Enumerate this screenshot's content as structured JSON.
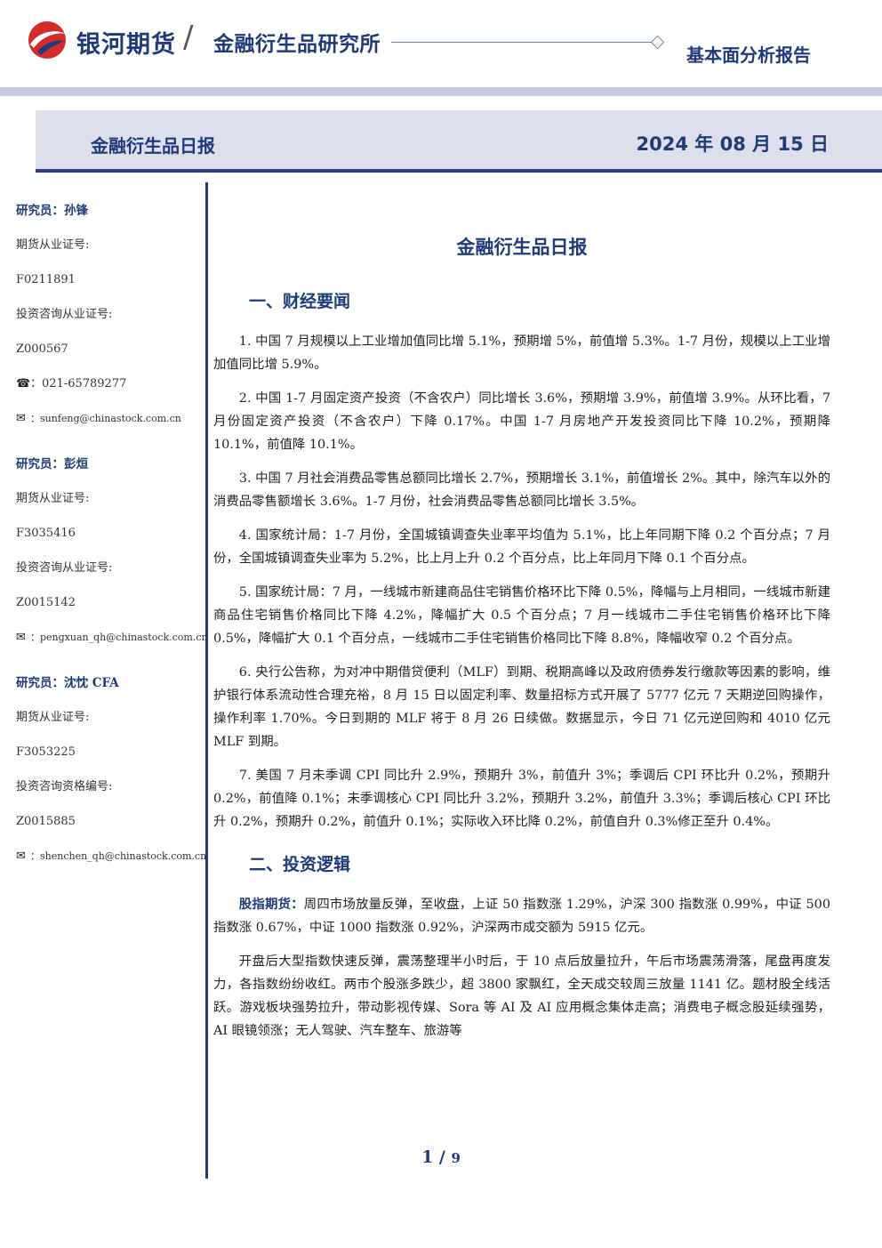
{
  "header": {
    "brand": "银河期货",
    "slash": "/",
    "institute": "金融衍生品研究所",
    "report_type": "基本面分析报告",
    "colors": {
      "navy": "#1f3a7a",
      "logo_red": "#d42a2a",
      "band": "#c6cbe0"
    }
  },
  "titlebar": {
    "left": "金融衍生品日报",
    "right": "2024 年 08 月 15 日"
  },
  "sidebar": {
    "analysts": [
      {
        "name_line": "研究员：孙锋",
        "futures_label": "期货从业证号:",
        "futures_id": "F0211891",
        "consult_label": "投资咨询从业证号:",
        "consult_id": "Z000567",
        "phone_icon": "phone-icon",
        "phone_glyph": "☎",
        "phone": "：021-65789277",
        "email_icon": "mail-icon",
        "email_glyph": "✉",
        "email": "：sunfeng@chinastock.com.cn"
      },
      {
        "name_line": "研究员：彭烜",
        "futures_label": "期货从业证号:",
        "futures_id": "F3035416",
        "consult_label": "投资咨询从业证号:",
        "consult_id": "Z0015142",
        "email_icon": "mail-icon",
        "email_glyph": "✉",
        "email": "：pengxuan_qh@chinastock.com.cn"
      },
      {
        "name_line": "研究员：沈忱  CFA",
        "futures_label": "期货从业证号:",
        "futures_id": "F3053225",
        "consult_label": "投资咨询资格编号:",
        "consult_id": "Z0015885",
        "email_icon": "mail-icon",
        "email_glyph": "✉",
        "email": "：shenchen_qh@chinastock.com.cn"
      }
    ]
  },
  "main": {
    "title": "金融衍生品日报",
    "section1": {
      "heading": "一、财经要闻",
      "items": [
        "1. 中国 7 月规模以上工业增加值同比增 5.1%，预期增 5%，前值增 5.3%。1-7 月份，规模以上工业增加值同比增 5.9%。",
        "2. 中国 1-7 月固定资产投资（不含农户）同比增长 3.6%，预期增 3.9%，前值增 3.9%。从环比看，7 月份固定资产投资（不含农户）下降 0.17%。中国 1-7 月房地产开发投资同比下降 10.2%，预期降 10.1%，前值降 10.1%。",
        "3. 中国 7 月社会消费品零售总额同比增长 2.7%，预期增长 3.1%，前值增长 2%。其中，除汽车以外的消费品零售额增长 3.6%。1-7 月份，社会消费品零售总额同比增长 3.5%。",
        "4. 国家统计局：1-7 月份，全国城镇调查失业率平均值为 5.1%，比上年同期下降 0.2 个百分点；7 月份，全国城镇调查失业率为 5.2%，比上月上升 0.2 个百分点，比上年同月下降 0.1 个百分点。",
        "5. 国家统计局：7 月，一线城市新建商品住宅销售价格环比下降 0.5%，降幅与上月相同，一线城市新建商品住宅销售价格同比下降 4.2%，降幅扩大 0.5 个百分点；7 月一线城市二手住宅销售价格环比下降 0.5%，降幅扩大 0.1 个百分点，一线城市二手住宅销售价格同比下降 8.8%，降幅收窄 0.2 个百分点。",
        "6. 央行公告称，为对冲中期借贷便利（MLF）到期、税期高峰以及政府债券发行缴款等因素的影响，维护银行体系流动性合理充裕，8 月 15 日以固定利率、数量招标方式开展了 5777 亿元 7 天期逆回购操作，操作利率 1.70%。今日到期的 MLF 将于 8 月 26 日续做。数据显示，今日 71 亿元逆回购和 4010 亿元 MLF 到期。",
        "7. 美国 7 月未季调 CPI 同比升 2.9%，预期升 3%，前值升 3%；季调后 CPI 环比升 0.2%，预期升 0.2%，前值降 0.1%；未季调核心 CPI 同比升 3.2%，预期升 3.2%，前值升 3.3%；季调后核心 CPI 环比升 0.2%，预期升 0.2%，前值升 0.1%；实际收入环比降 0.2%，前值自升 0.3%修正至升 0.4%。"
      ]
    },
    "section2": {
      "heading": "二、投资逻辑",
      "p1_label": "股指期货：",
      "p1_text": "周四市场放量反弹，至收盘，上证 50 指数涨 1.29%，沪深 300 指数涨 0.99%，中证 500 指数涨 0.67%，中证 1000 指数涨 0.92%，沪深两市成交额为 5915 亿元。",
      "p2": "开盘后大型指数快速反弹，震荡整理半小时后，于 10 点后放量拉升，午后市场震荡滑落，尾盘再度发力，各指数纷纷收红。两市个股涨多跌少，超 3800 家飘红，全天成交较周三放量 1141 亿。题材股全线活跃。游戏板块强势拉升，带动影视传媒、Sora 等 AI 及 AI 应用概念集体走高；消费电子概念股延续强势，AI 眼镜领涨；无人驾驶、汽车整车、旅游等"
    }
  },
  "footer": {
    "page": "1",
    "sep": " / ",
    "total": "9"
  }
}
